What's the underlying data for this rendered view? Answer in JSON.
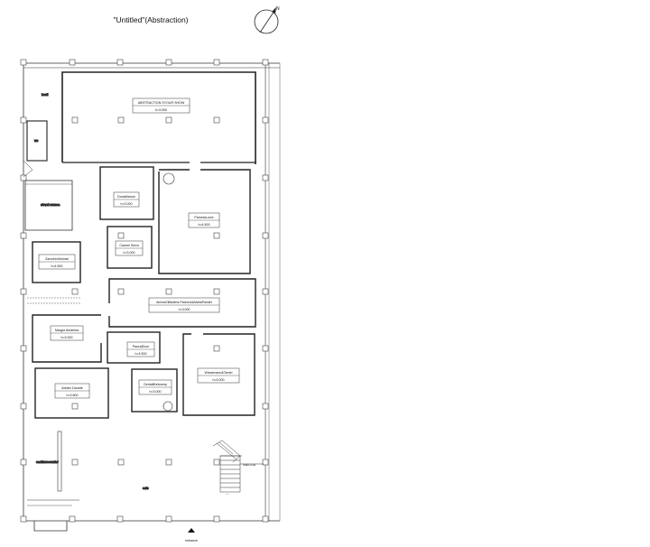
{
  "title": "\"Untitled\"(Abstraction)",
  "compass": {
    "north": "N"
  },
  "service_rooms": {
    "loading": "loadi",
    "wc": "wc",
    "elevator": "elevat oranea",
    "cafe": "cafe",
    "stair_note": "Stairs note",
    "stair_base": "—",
    "service_counter": "cashierscounter",
    "entrance": "entrance"
  },
  "rooms": [
    {
      "name": "ABSTRACTION SYOUR SHOW",
      "height": "h=3.000"
    },
    {
      "name": "DoriaMarum",
      "height": "h=3.000"
    },
    {
      "name": "PamelaLorce",
      "height": "h=4.500"
    },
    {
      "name": "Carmel Serra",
      "height": "h=3.000"
    },
    {
      "name": "ZarouhinMolnari",
      "height": "h=4.500"
    },
    {
      "name": "AminaGitBarkhs Pacheck&MariaPainter",
      "height": "h=3.000"
    },
    {
      "name": "Margot Amarima",
      "height": "h=3.000"
    },
    {
      "name": "PascalDour",
      "height": "h=4.500"
    },
    {
      "name": "Wiesemann&Tamiri",
      "height": "h=3.000"
    },
    {
      "name": "Adrian Zuzarte",
      "height": "h=3.800"
    },
    {
      "name": "GerdaBrinkwerp",
      "height": "h=3.000"
    }
  ]
}
